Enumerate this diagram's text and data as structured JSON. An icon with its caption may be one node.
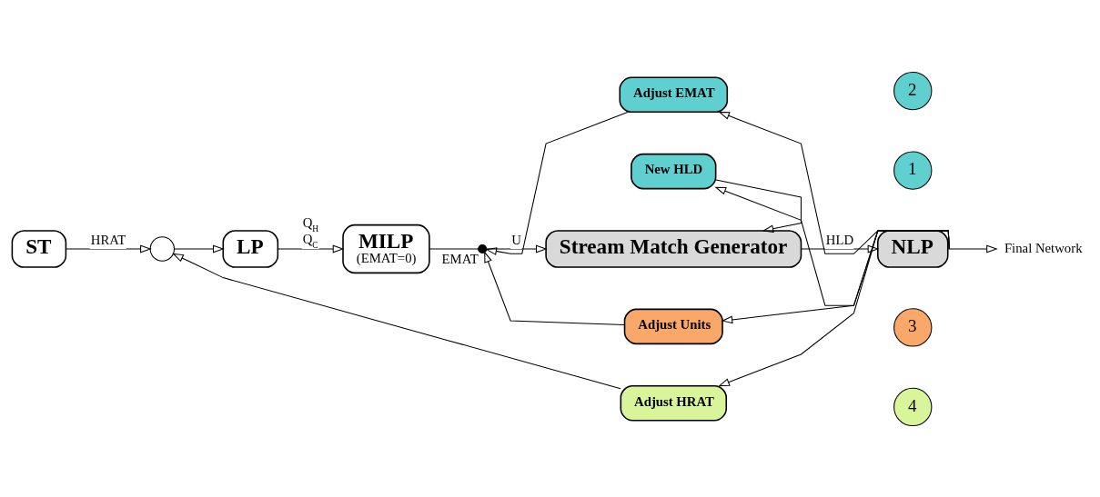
{
  "diagram": {
    "nodes": [
      {
        "text": [
          "ST"
        ]
      },
      {
        "text": [],
        "shape": "circle"
      },
      {
        "text": [
          "LP"
        ]
      },
      {
        "text": [
          "MILP",
          "(EMAT=0)"
        ]
      },
      {
        "text": [],
        "shape": "valve",
        "beside": [
          "EMAT"
        ]
      },
      {
        "text": [
          "Stream Match Generator"
        ]
      },
      {
        "text": [
          "NLP"
        ]
      },
      {
        "text": [
          "Final Network"
        ]
      },
      {
        "text": [
          "Adjust EMAT"
        ]
      },
      {
        "text": [
          "2"
        ]
      },
      {
        "text": [
          "New HLD"
        ]
      },
      {
        "text": [
          "1"
        ]
      },
      {
        "text": [
          "3"
        ]
      },
      {
        "text": [
          "Adjust Units"
        ]
      },
      {
        "text": [
          "4"
        ]
      },
      {
        "text": [
          "Adjust HRAT"
        ]
      }
    ],
    "edges": [
      {
        "from": 0,
        "to": 1,
        "arrow": "to",
        "label": "HRAT"
      },
      {
        "from": 1,
        "to": 2,
        "arrow": "to"
      },
      {
        "from": 2,
        "to": 3,
        "arrow": "to",
        "label": "Q$_{H}$ Q$_{C}$"
      },
      {
        "from": 3,
        "to": 4,
        "arrow": "none"
      },
      {
        "from": 4,
        "to": 5,
        "arrow": "to",
        "label": "U"
      },
      {
        "from": 5,
        "to": 6,
        "arrow": "to",
        "label": "HLD"
      },
      {
        "from": 6,
        "to": 7,
        "arrow": "to"
      },
      {
        "from": 6,
        "to": 8,
        "arrow": "to"
      },
      {
        "from": 8,
        "to": 4,
        "arrow": "to"
      },
      {
        "from": 6,
        "to": 10,
        "arrow": "to"
      },
      {
        "from": 10,
        "to": 5,
        "arrow": "to"
      },
      {
        "from": 6,
        "to": 13,
        "arrow": "to"
      },
      {
        "from": 13,
        "to": 4,
        "arrow": "to"
      },
      {
        "from": 6,
        "to": 15,
        "arrow": "to"
      },
      {
        "from": 15,
        "to": 1,
        "arrow": "to"
      }
    ]
  }
}
